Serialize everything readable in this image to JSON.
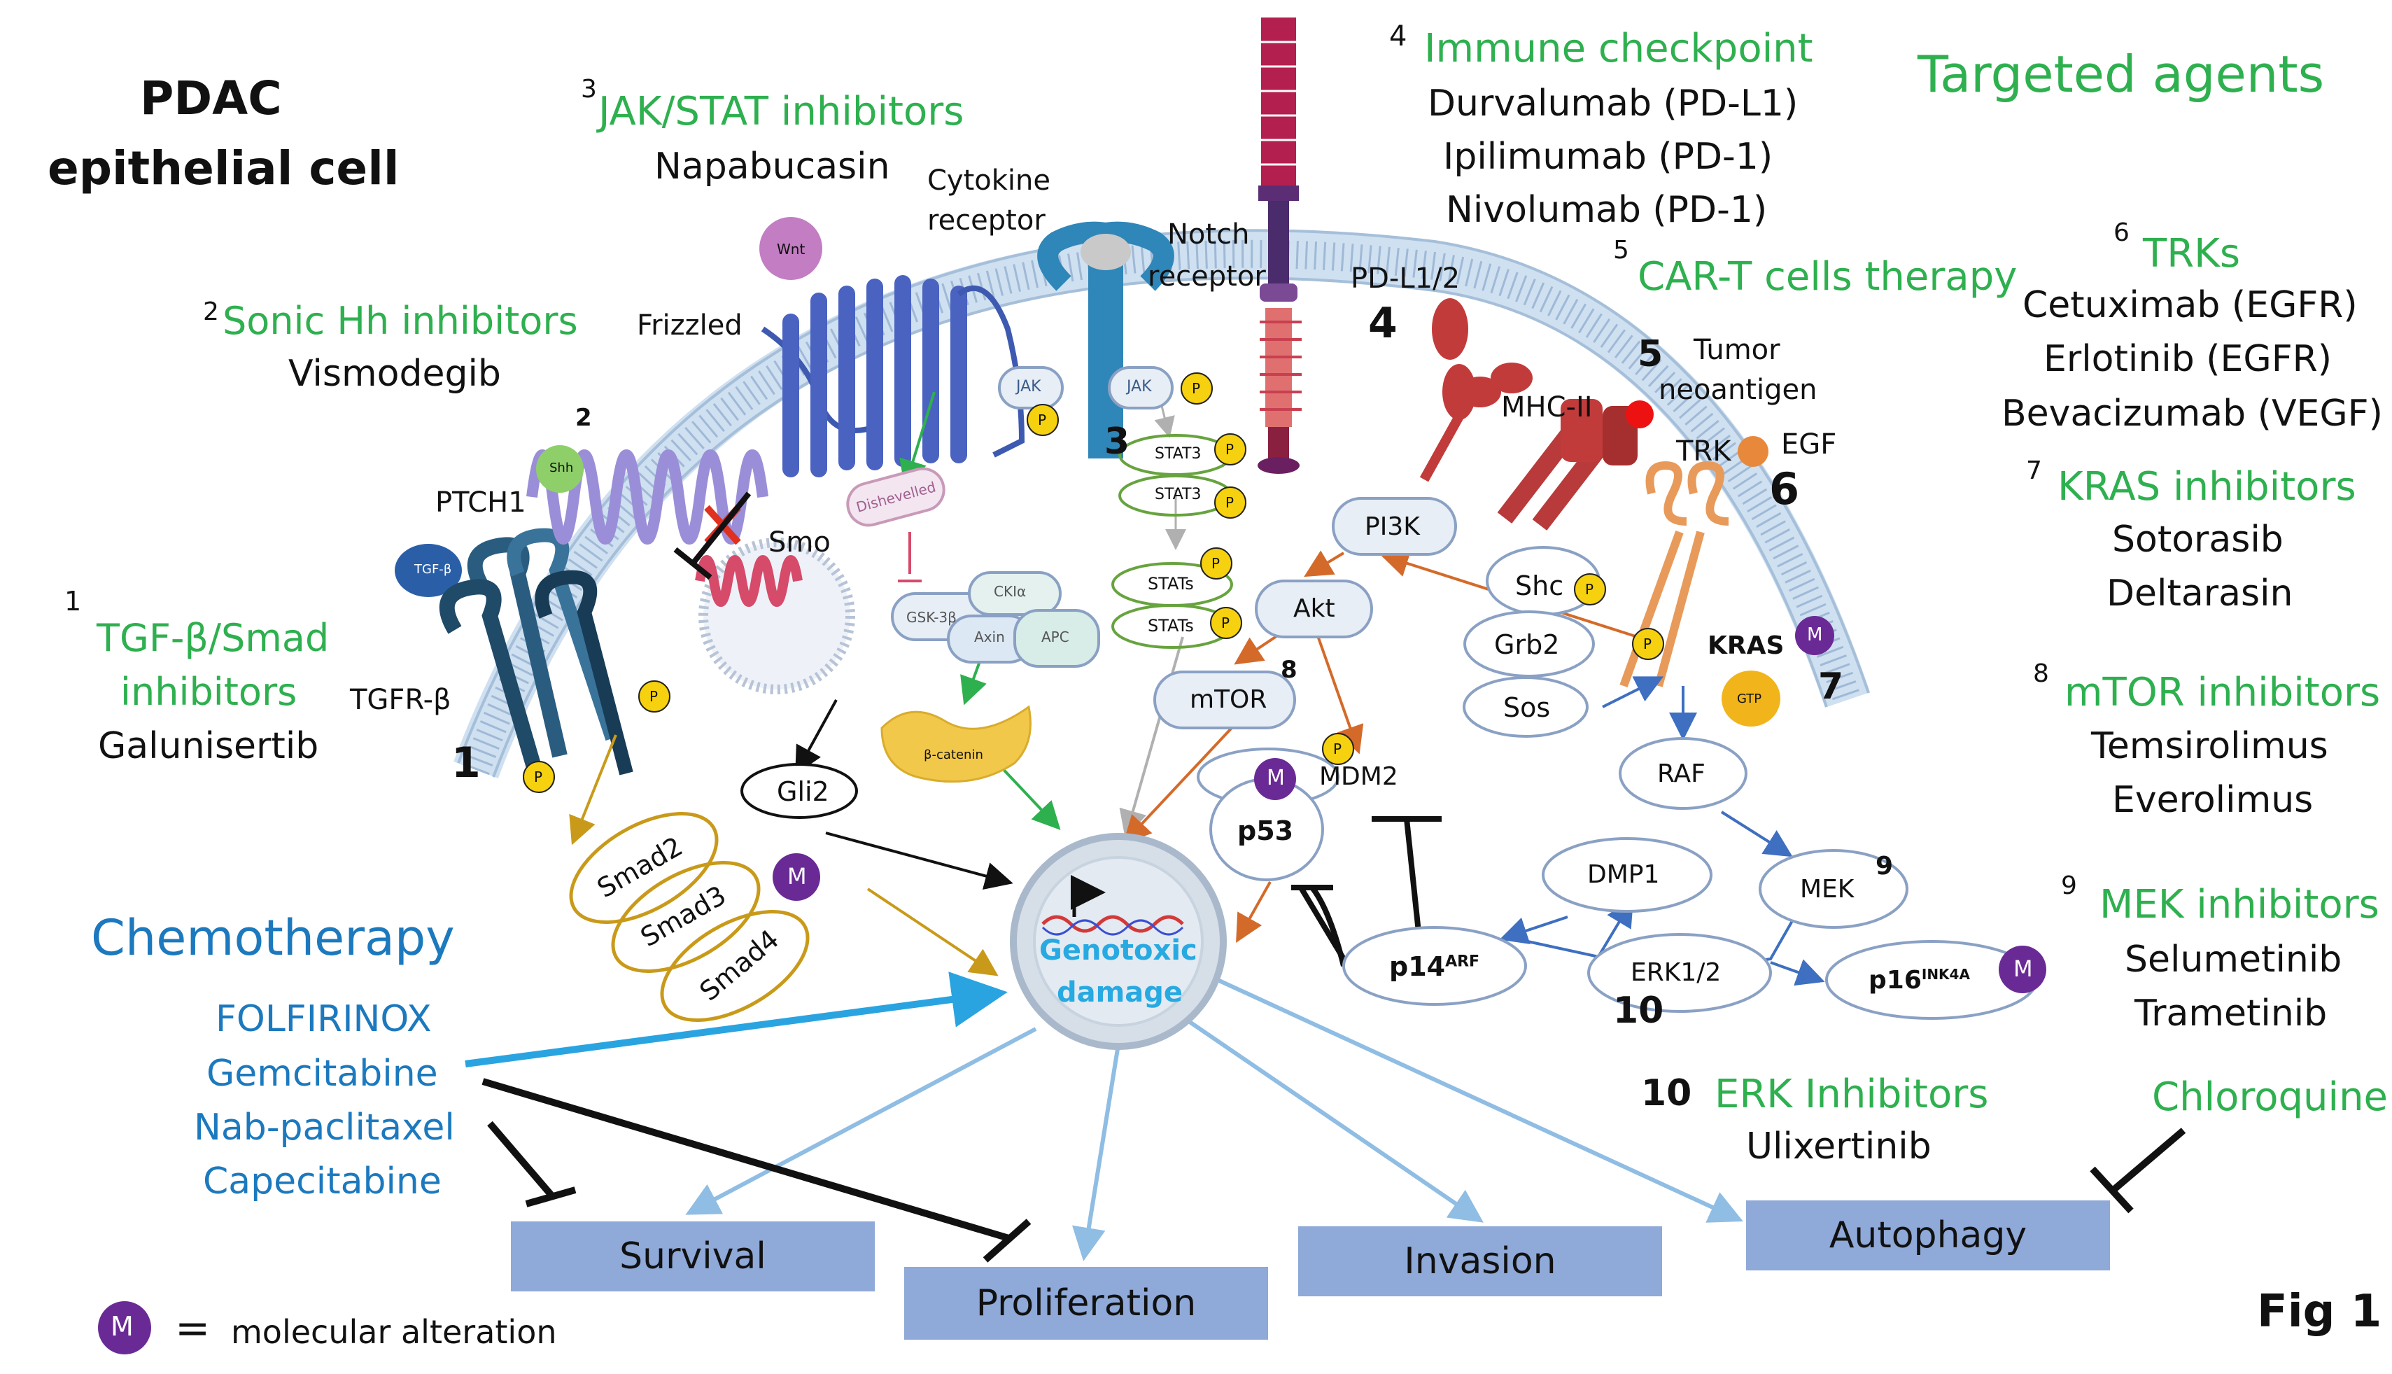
{
  "title": {
    "line1": "PDAC",
    "line2": "epithelial cell"
  },
  "targeted_heading": "Targeted agents",
  "fig_label": "Fig 1",
  "legend": {
    "marker": "M",
    "equals": "=",
    "text": "molecular alteration"
  },
  "chemo": {
    "heading": "Chemotherapy",
    "drugs": [
      "FOLFIRINOX",
      "Gemcitabine",
      "Nab-paclitaxel",
      "Capecitabine"
    ]
  },
  "left_panels": [
    {
      "num": "1",
      "title_line1": "TGF-β/Smad",
      "title_line2": "inhibitors",
      "drug": "Galunisertib"
    },
    {
      "num": "2",
      "title": "Sonic Hh inhibitors",
      "drug": "Vismodegib"
    },
    {
      "num": "3",
      "title": "JAK/STAT inhibitors",
      "drug": "Napabucasin"
    }
  ],
  "top_panels": [
    {
      "num": "4",
      "title": "Immune checkpoint",
      "drugs": [
        "Durvalumab (PD-L1)",
        "Ipilimumab (PD-1)",
        "Nivolumab (PD-1)"
      ]
    },
    {
      "num": "5",
      "title": "CAR-T cells therapy"
    }
  ],
  "right_panels": [
    {
      "num": "6",
      "title": "TRKs",
      "drugs": [
        "Cetuximab (EGFR)",
        "Erlotinib (EGFR)",
        "Bevacizumab (VEGF)"
      ]
    },
    {
      "num": "7",
      "title": "KRAS inhibitors",
      "drugs": [
        "Sotorasib",
        "Deltarasin"
      ]
    },
    {
      "num": "8",
      "title": "mTOR inhibitors",
      "drugs": [
        "Temsirolimus",
        "Everolimus"
      ]
    },
    {
      "num": "9",
      "title": "MEK inhibitors",
      "drugs": [
        "Selumetinib",
        "Trametinib"
      ]
    },
    {
      "num": "10",
      "title": "ERK Inhibitors",
      "drugs": [
        "Ulixertinib"
      ]
    },
    {
      "title": "Chloroquine"
    }
  ],
  "outcomes": [
    "Survival",
    "Proliferation",
    "Invasion",
    "Autophagy"
  ],
  "nucleus": {
    "line1": "Genotoxic",
    "line2": "damage"
  },
  "receptors": {
    "tgfr": "TGFR-β",
    "tgf_ligand": "TGF-β",
    "ptch1": "PTCH1",
    "shh": "Shh",
    "smo": "Smo",
    "frizzled": "Frizzled",
    "wnt": "Wnt",
    "cytokine_line1": "Cytokine",
    "cytokine_line2": "receptor",
    "notch_line1": "Notch",
    "notch_line2": "receptor",
    "pdl": "PD-L1/2",
    "mhc": "MHC-II",
    "neo_line1": "Tumor",
    "neo_line2": "neoantigen",
    "trk": "TRK",
    "egf": "EGF"
  },
  "nodes": {
    "smad2": "Smad2",
    "smad3": "Smad3",
    "smad4": "Smad4",
    "gli2": "Gli2",
    "dishevelled": "Dishevelled",
    "gsk": "GSK-3β",
    "axin": "Axin",
    "ckia": "CKIα",
    "apc": "APC",
    "bcatenin": "β-catenin",
    "jak": "JAK",
    "stat3": "STAT3",
    "stats": "STATs",
    "pi3k": "PI3K",
    "akt": "Akt",
    "mtor": "mTOR",
    "p53": "p53",
    "mdm2": "MDM2",
    "p14": "p14",
    "p14_sup": "ARF",
    "shc": "Shc",
    "grb2": "Grb2",
    "sos": "Sos",
    "kras": "KRAS",
    "gtp": "GTP",
    "raf": "RAF",
    "mek": "MEK",
    "dmp1": "DMP1",
    "erk": "ERK1/2",
    "p16": "p16",
    "p16_sup": "INK4A",
    "m": "M",
    "p": "P"
  },
  "diagram_numbers": [
    "1",
    "2",
    "3",
    "4",
    "5",
    "6",
    "7",
    "8",
    "9",
    "10"
  ]
}
